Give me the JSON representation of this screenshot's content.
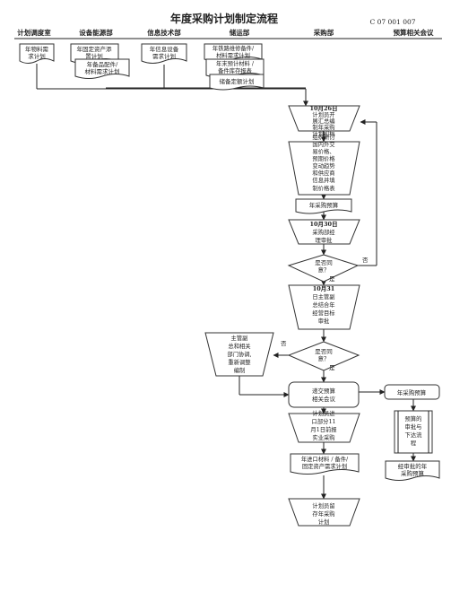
{
  "title": "年度采购计划制定流程",
  "doc_code": "C 07 001 007",
  "lanes": [
    {
      "name": "计划调度室"
    },
    {
      "name": "设备能源部"
    },
    {
      "name": "信息技术部"
    },
    {
      "name": "储运部"
    },
    {
      "name": "采购部"
    },
    {
      "name": "预算相关会议"
    }
  ],
  "nodes": [
    {
      "id": "n1",
      "lines": [
        "年物料需",
        "求计划"
      ]
    },
    {
      "id": "n2",
      "lines": [
        "年固定资产添",
        "置计划"
      ]
    },
    {
      "id": "n3",
      "lines": [
        "年备品配件/",
        "材料需求计划"
      ]
    },
    {
      "id": "n4",
      "lines": [
        "年信息设备",
        "需求计划"
      ]
    },
    {
      "id": "n5",
      "lines": [
        "年铁路维修备件/",
        "材料需求计划"
      ]
    },
    {
      "id": "n6",
      "lines": [
        "年末预计材料 /",
        "备件库存报表"
      ]
    },
    {
      "id": "n7",
      "lines": [
        "储备定额计划"
      ]
    },
    {
      "id": "n8",
      "lines": [
        "10月26日",
        "计划员开",
        "展汇总编",
        "制年采购",
        "计划初稿"
      ]
    },
    {
      "id": "n9",
      "lines": [
        "组织研讨",
        "国内外交",
        "易价格、",
        "预期价格",
        "变动趋势",
        "和供应商",
        "信息并填",
        "制价格表"
      ]
    },
    {
      "id": "n10",
      "lines": [
        "年采购预算"
      ]
    },
    {
      "id": "n11",
      "lines": [
        "10月30日",
        "采购部经",
        "理审批"
      ]
    },
    {
      "id": "n12",
      "lines": [
        "是否同",
        "意？"
      ]
    },
    {
      "id": "n13",
      "lines": [
        "10月31",
        "日主管副",
        "总结合年",
        "经营目标",
        "审批"
      ]
    },
    {
      "id": "n14",
      "lines": [
        "主管副",
        "总和相关",
        "部门协调,",
        "重新调整",
        "编制"
      ]
    },
    {
      "id": "n15",
      "lines": [
        "是否同",
        "意？"
      ]
    },
    {
      "id": "n16",
      "lines": [
        "递交预算",
        "相关会议"
      ]
    },
    {
      "id": "n17",
      "lines": [
        "年采购预算"
      ]
    },
    {
      "id": "n18",
      "lines": [
        "预算的",
        "审批与",
        "下达流",
        "程"
      ]
    },
    {
      "id": "n19",
      "lines": [
        "计划员进",
        "口部分11",
        "月1日前报",
        "实业采购"
      ]
    },
    {
      "id": "n20",
      "lines": [
        "年进口材料 / 备件/",
        "固定资产需求计划"
      ]
    },
    {
      "id": "n21",
      "lines": [
        "经审批的年",
        "采购预算"
      ]
    },
    {
      "id": "n22",
      "lines": [
        "计划员留",
        "存年采购",
        "计划"
      ]
    }
  ],
  "labels": {
    "yes1": "是",
    "no1": "否",
    "yes2": "是",
    "no2": "否"
  }
}
